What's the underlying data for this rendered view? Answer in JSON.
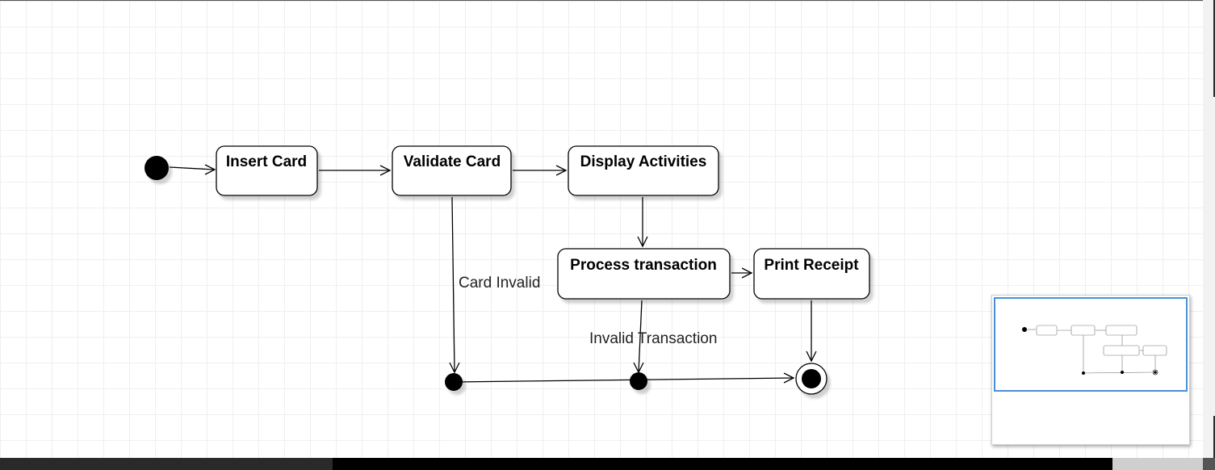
{
  "diagram": {
    "type": "UML activity diagram",
    "nodes": [
      {
        "id": "start",
        "kind": "initial"
      },
      {
        "id": "insert_card",
        "kind": "action",
        "label": "Insert Card"
      },
      {
        "id": "validate_card",
        "kind": "action",
        "label": "Validate Card"
      },
      {
        "id": "display_activities",
        "kind": "action",
        "label": "Display Activities"
      },
      {
        "id": "process_transaction",
        "kind": "action",
        "label": "Process transaction"
      },
      {
        "id": "print_receipt",
        "kind": "action",
        "label": "Print Receipt"
      },
      {
        "id": "junction_1",
        "kind": "junction"
      },
      {
        "id": "junction_2",
        "kind": "junction"
      },
      {
        "id": "end",
        "kind": "final"
      }
    ],
    "edges": [
      {
        "from": "start",
        "to": "insert_card"
      },
      {
        "from": "insert_card",
        "to": "validate_card"
      },
      {
        "from": "validate_card",
        "to": "display_activities"
      },
      {
        "from": "display_activities",
        "to": "process_transaction"
      },
      {
        "from": "process_transaction",
        "to": "print_receipt"
      },
      {
        "from": "print_receipt",
        "to": "end"
      },
      {
        "from": "validate_card",
        "to": "junction_1",
        "label": "Card Invalid"
      },
      {
        "from": "process_transaction",
        "to": "junction_2",
        "label": "Invalid Transaction"
      },
      {
        "from": "junction_1",
        "to": "end"
      }
    ]
  },
  "labels": {
    "insert_card": "Insert Card",
    "validate_card": "Validate Card",
    "display_activities": "Display Activities",
    "process_transaction": "Process transaction",
    "print_receipt": "Print Receipt",
    "card_invalid": "Card Invalid",
    "invalid_transaction": "Invalid Transaction"
  },
  "colors": {
    "stroke": "#000000",
    "node_fill": "#ffffff",
    "grid": "#efefef",
    "outline_viewport": "#4a90d9"
  }
}
